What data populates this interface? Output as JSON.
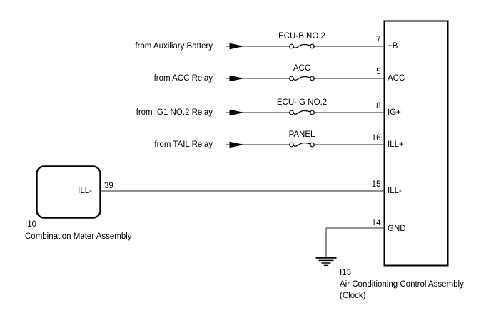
{
  "colors": {
    "wire": "#4d4d4d",
    "ink": "#000000",
    "background": "#ffffff"
  },
  "diagram": {
    "rows": [
      {
        "source": "from Auxiliary Battery",
        "fuse": "ECU-B NO.2",
        "pin": "7",
        "terminal": "+B"
      },
      {
        "source": "from ACC Relay",
        "fuse": "ACC",
        "pin": "5",
        "terminal": "ACC"
      },
      {
        "source": "from IG1 NO.2 Relay",
        "fuse": "ECU-IG NO.2",
        "pin": "8",
        "terminal": "IG+"
      },
      {
        "source": "from TAIL Relay",
        "fuse": "PANEL",
        "pin": "16",
        "terminal": "ILL+"
      }
    ],
    "meter_box": {
      "id": "I10",
      "name": "Combination Meter Assembly",
      "pin": "39",
      "terminal": "ILL-"
    },
    "ill_link": {
      "pin": "15",
      "terminal": "ILL-"
    },
    "ground_link": {
      "pin": "14",
      "terminal": "GND"
    },
    "control_box": {
      "id": "I13",
      "name": "Air Conditioning Control Assembly",
      "subname": "(Clock)"
    }
  }
}
